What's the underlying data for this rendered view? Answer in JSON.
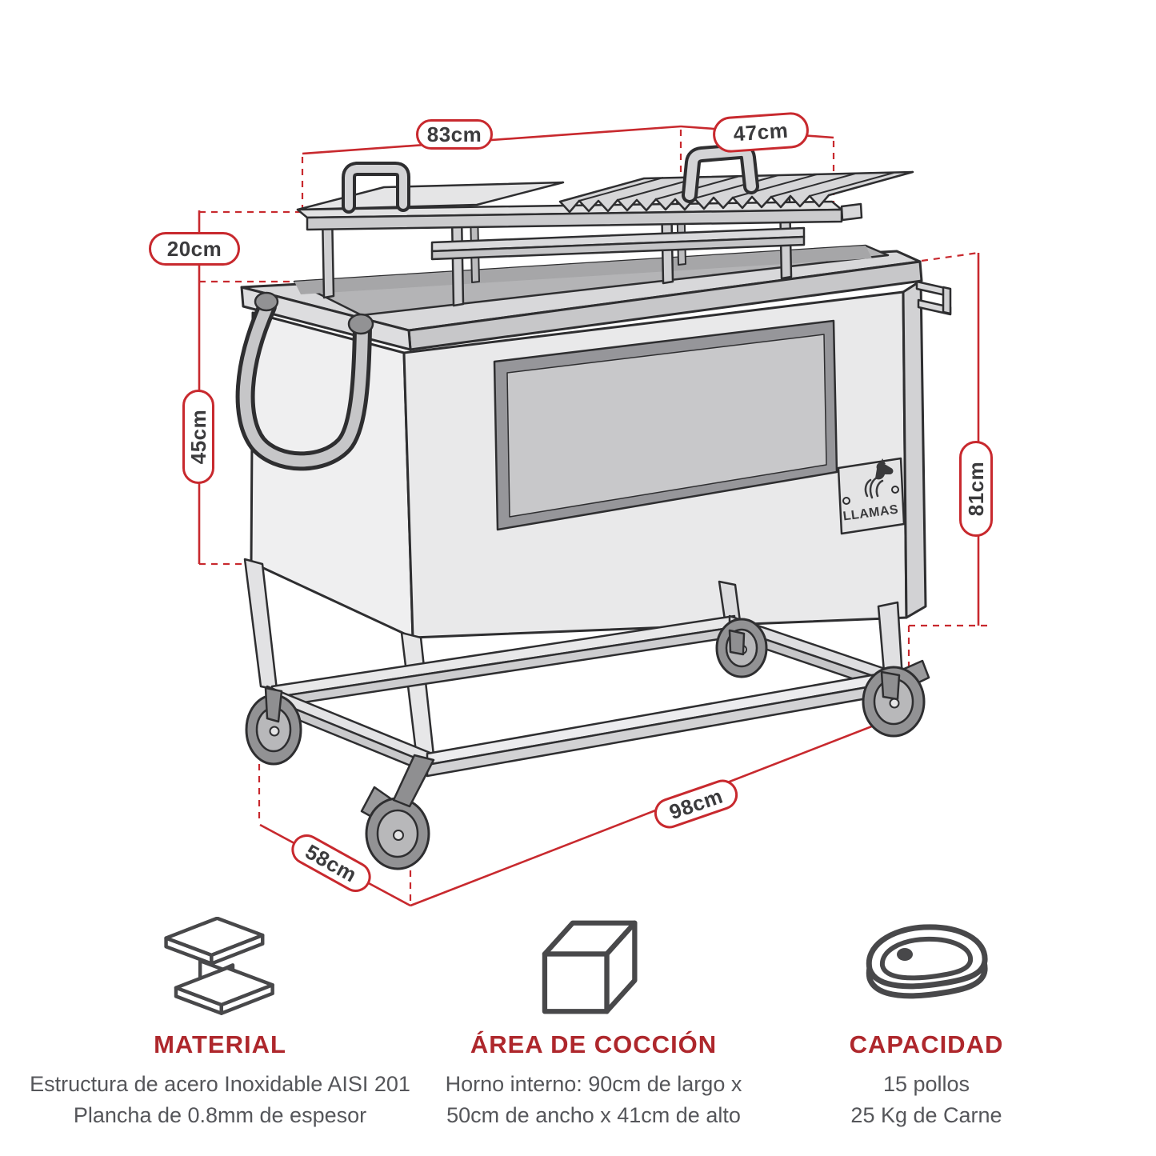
{
  "diagram": {
    "logo_text": "LLAMAS",
    "dimensions": {
      "rack_width": "83cm",
      "grate_width": "47cm",
      "rack_height": "20cm",
      "body_height": "45cm",
      "total_height": "81cm",
      "base_length": "98cm",
      "base_depth": "58cm"
    },
    "colors": {
      "dimension_red": "#C8292E",
      "heading_red": "#AE272C",
      "text_gray": "#55565A"
    }
  },
  "specs": [
    {
      "icon": "i-beam-icon",
      "title": "MATERIAL",
      "line1": "Estructura de acero Inoxidable AISI 201",
      "line2": "Plancha de 0.8mm de espesor"
    },
    {
      "icon": "cube-icon",
      "title": "ÁREA DE COCCIÓN",
      "line1": "Horno interno: 90cm de largo x",
      "line2": "50cm de ancho x 41cm de alto"
    },
    {
      "icon": "steak-icon",
      "title": "CAPACIDAD",
      "line1": "15 pollos",
      "line2": "25 Kg de Carne"
    }
  ]
}
